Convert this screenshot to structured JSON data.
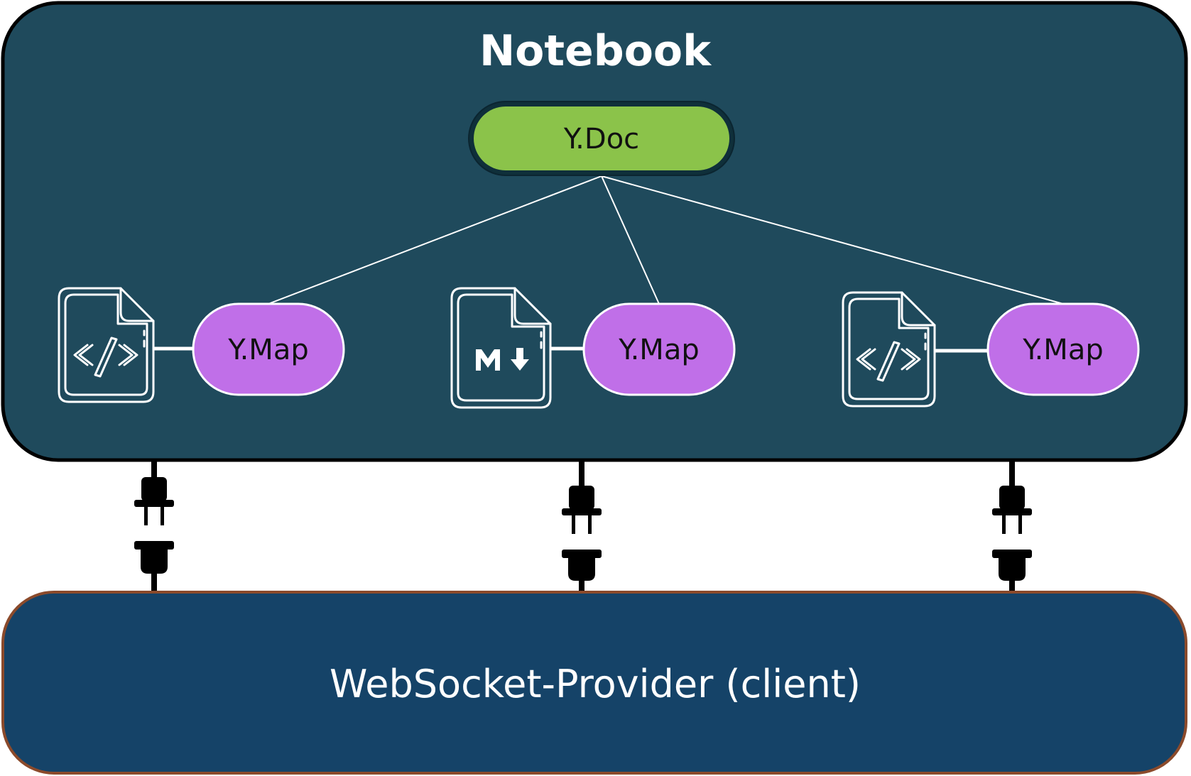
{
  "notebook": {
    "title": "Notebook"
  },
  "ydoc": {
    "label": "Y.Doc"
  },
  "cells": [
    {
      "icon": "code-file-icon",
      "map_label": "Y.Map"
    },
    {
      "icon": "markdown-file-icon",
      "map_label": "Y.Map"
    },
    {
      "icon": "code-file-icon",
      "map_label": "Y.Map"
    }
  ],
  "provider": {
    "label": "WebSocket-Provider (client)"
  },
  "colors": {
    "notebook_bg": "#1f4a5c",
    "ydoc_green": "#8bc34a",
    "ymap_purple": "#c06fe8",
    "provider_bg": "#154368",
    "provider_border": "#8b4a2b",
    "plug": "#000000"
  }
}
